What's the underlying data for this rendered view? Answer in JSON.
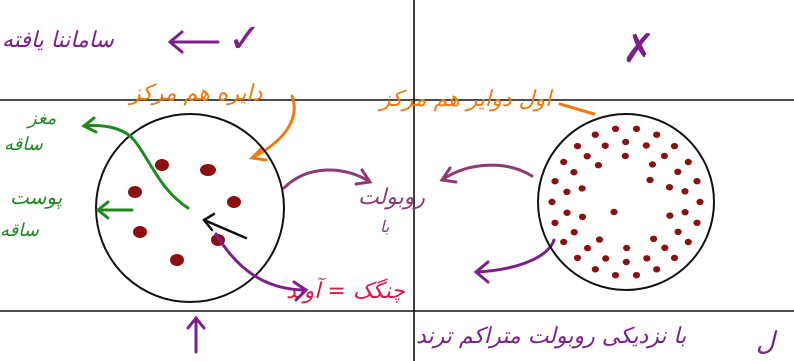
{
  "labels": {
    "top_left_note": "ساماننا یافته",
    "left_circle_title": "دایره هم مرکز",
    "right_circle_title": "اول دوایر هم مرکز",
    "brain_label": "مغز",
    "brain_label_sub": "ساقه",
    "skin_label": "پوست",
    "skin_label_sub": "ساقه",
    "center_label": "روبولت",
    "center_label_sub": "با",
    "fork_label": "چنگک = آوند",
    "bottom_note": "با نزدیکی روبولت متراکم ترند"
  },
  "marks": {
    "check_mark": "✓",
    "cross_mark": "✗",
    "bottom_right_marker": "ل"
  },
  "colors": {
    "grid": "#111111",
    "purple": "#7a1f8c",
    "orange": "#f07a12",
    "green": "#1e8a1e",
    "maroon": "#8c3a78",
    "crimson": "#d81b4a",
    "dots": "#8b1010"
  }
}
